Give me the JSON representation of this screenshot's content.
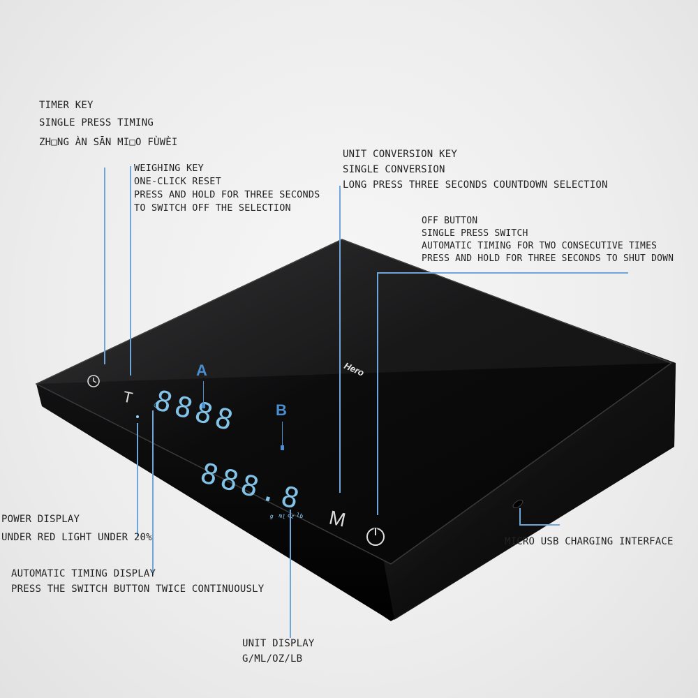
{
  "callouts": {
    "timer_key": [
      "TIMER KEY",
      "SINGLE PRESS TIMING",
      "ZH□NG ÀN SĀN MI□O FÙWÈI"
    ],
    "weighing_key": [
      "WEIGHING KEY",
      "ONE-CLICK RESET",
      "PRESS AND HOLD FOR THREE SECONDS",
      "TO SWITCH OFF THE SELECTION"
    ],
    "unit_conversion_key": [
      "UNIT CONVERSION KEY",
      "SINGLE CONVERSION",
      "LONG PRESS THREE SECONDS COUNTDOWN SELECTION"
    ],
    "off_button": [
      "OFF BUTTON",
      "SINGLE PRESS SWITCH",
      "AUTOMATIC TIMING FOR TWO CONSECUTIVE TIMES",
      "PRESS AND HOLD FOR THREE SECONDS TO SHUT DOWN"
    ],
    "power_display": [
      "POWER DISPLAY",
      "UNDER RED LIGHT UNDER 20%"
    ],
    "automatic_timing_display": [
      "AUTOMATIC TIMING DISPLAY",
      "PRESS THE SWITCH BUTTON TWICE CONTINUOUSLY"
    ],
    "micro_usb": [
      "MICRO USB CHARGING INTERFACE"
    ],
    "unit_display": [
      "UNIT DISPLAY",
      "G/ML/OZ/LB"
    ]
  },
  "scale": {
    "brand": "Hero",
    "zone_a": "A",
    "zone_b": "B",
    "key_t": "T",
    "key_m": "M",
    "display_digits_left": "8888",
    "display_digits_right": "888.8",
    "unit_marks": [
      "g",
      "ml",
      "oz",
      "lb"
    ],
    "accent_color": "#6ea6da",
    "display_color": "#8fd6ff",
    "body_color": "#0b0b0c"
  }
}
